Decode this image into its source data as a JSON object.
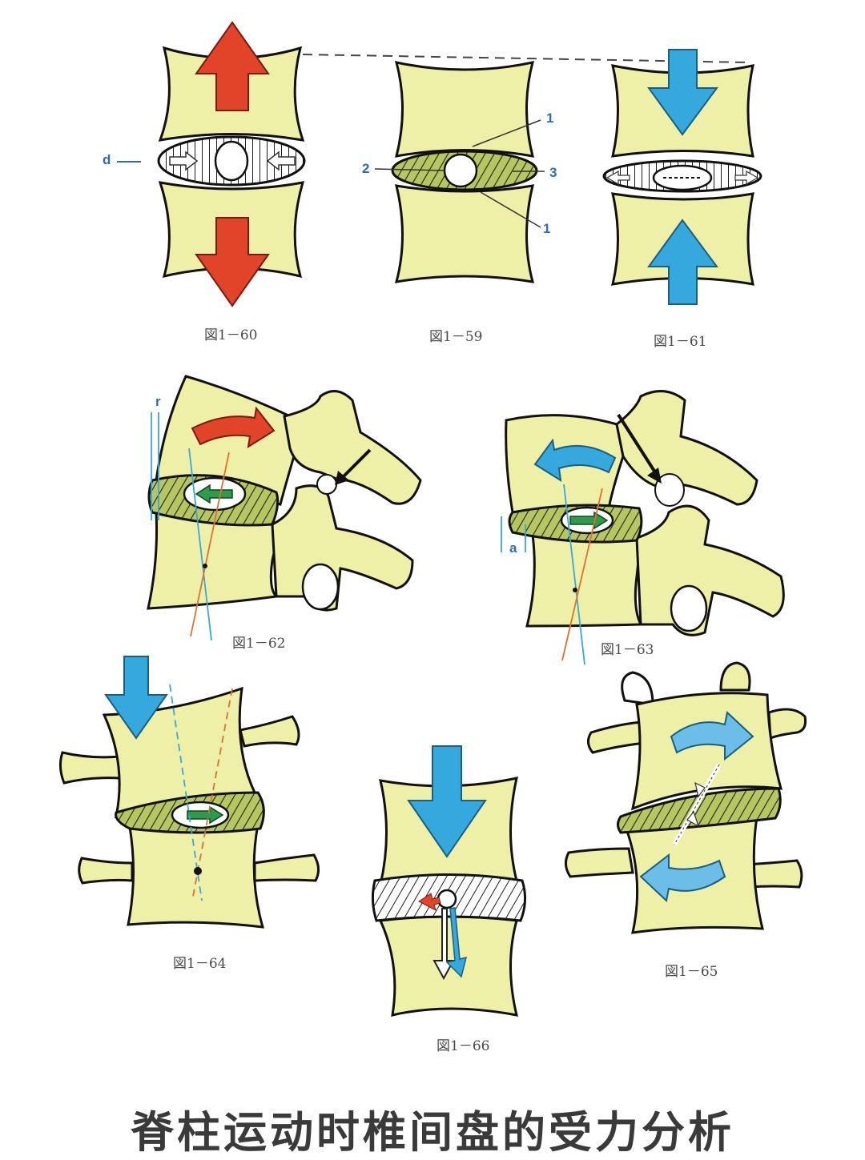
{
  "title": "脊柱运动时椎间盘的受力分析",
  "colors": {
    "bone": "#eef0a8",
    "bone_edge": "#111111",
    "disc": "#b8c86a",
    "red_arrow": "#e2442a",
    "blue_arrow": "#35a8de",
    "green_arrow": "#2e9a4a",
    "dashed_line": "#444444"
  },
  "figures": {
    "fig60": {
      "caption": "図1－60",
      "label_d": "d"
    },
    "fig59": {
      "caption": "図1－59",
      "labels": {
        "l1_top": "1",
        "l2": "2",
        "l3": "3",
        "l1_bottom": "1"
      }
    },
    "fig61": {
      "caption": "図1－61"
    },
    "fig62": {
      "caption": "図1－62",
      "label_r": "r"
    },
    "fig63": {
      "caption": "図1－63",
      "label_a": "a"
    },
    "fig64": {
      "caption": "図1－64"
    },
    "fig65": {
      "caption": "図1－65"
    },
    "fig66": {
      "caption": "図1－66"
    }
  }
}
